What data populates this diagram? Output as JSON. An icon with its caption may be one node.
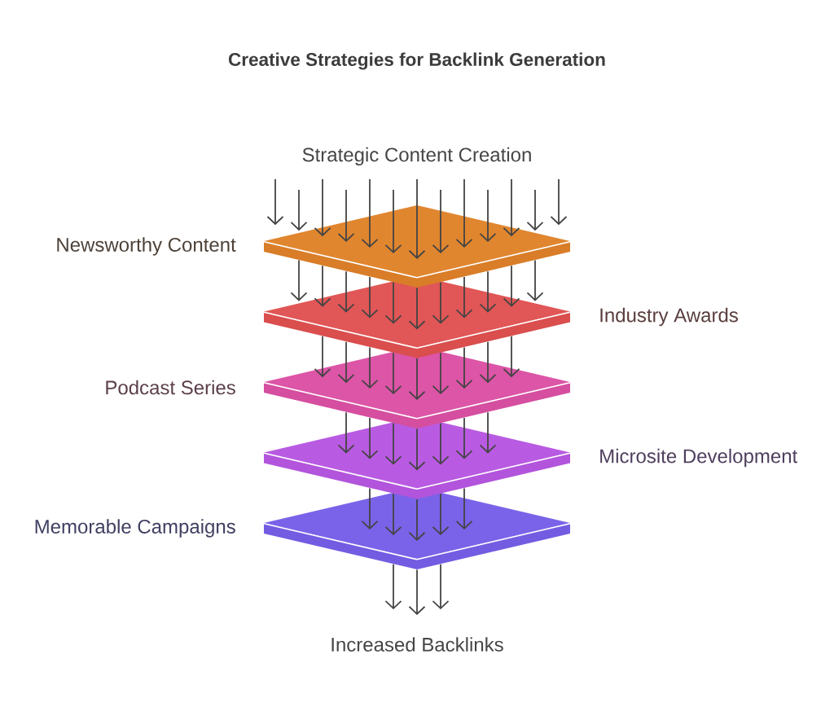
{
  "diagram": {
    "title": "Creative Strategies for Backlink Generation",
    "nodes": [
      {
        "text": [
          "Strategic Content Creation"
        ]
      },
      {
        "text": [
          "Newsworthy Content"
        ]
      },
      {
        "text": [
          "Industry Awards"
        ]
      },
      {
        "text": [
          "Podcast Series"
        ]
      },
      {
        "text": [
          "Microsite Development"
        ]
      },
      {
        "text": [
          "Memorable Campaigns"
        ]
      },
      {
        "text": [
          "Increased Backlinks"
        ]
      }
    ],
    "edges": [
      {
        "from": 0,
        "to": 1,
        "arrow": "to"
      },
      {
        "from": 0,
        "to": 1,
        "arrow": "to"
      },
      {
        "from": 0,
        "to": 1,
        "arrow": "to"
      },
      {
        "from": 0,
        "to": 1,
        "arrow": "to"
      },
      {
        "from": 0,
        "to": 1,
        "arrow": "to"
      },
      {
        "from": 0,
        "to": 1,
        "arrow": "to"
      },
      {
        "from": 0,
        "to": 1,
        "arrow": "to"
      },
      {
        "from": 0,
        "to": 1,
        "arrow": "to"
      },
      {
        "from": 0,
        "to": 1,
        "arrow": "to"
      },
      {
        "from": 0,
        "to": 1,
        "arrow": "to"
      },
      {
        "from": 0,
        "to": 1,
        "arrow": "to"
      },
      {
        "from": 0,
        "to": 1,
        "arrow": "to"
      },
      {
        "from": 0,
        "to": 1,
        "arrow": "to"
      },
      {
        "from": 1,
        "to": 2,
        "arrow": "to"
      },
      {
        "from": 1,
        "to": 2,
        "arrow": "to"
      },
      {
        "from": 1,
        "to": 2,
        "arrow": "to"
      },
      {
        "from": 1,
        "to": 2,
        "arrow": "to"
      },
      {
        "from": 1,
        "to": 2,
        "arrow": "to"
      },
      {
        "from": 1,
        "to": 2,
        "arrow": "to"
      },
      {
        "from": 1,
        "to": 2,
        "arrow": "to"
      },
      {
        "from": 1,
        "to": 2,
        "arrow": "to"
      },
      {
        "from": 1,
        "to": 2,
        "arrow": "to"
      },
      {
        "from": 1,
        "to": 2,
        "arrow": "to"
      },
      {
        "from": 1,
        "to": 2,
        "arrow": "to"
      },
      {
        "from": 2,
        "to": 3,
        "arrow": "to"
      },
      {
        "from": 2,
        "to": 3,
        "arrow": "to"
      },
      {
        "from": 2,
        "to": 3,
        "arrow": "to"
      },
      {
        "from": 2,
        "to": 3,
        "arrow": "to"
      },
      {
        "from": 2,
        "to": 3,
        "arrow": "to"
      },
      {
        "from": 2,
        "to": 3,
        "arrow": "to"
      },
      {
        "from": 2,
        "to": 3,
        "arrow": "to"
      },
      {
        "from": 2,
        "to": 3,
        "arrow": "to"
      },
      {
        "from": 2,
        "to": 3,
        "arrow": "to"
      },
      {
        "from": 3,
        "to": 4,
        "arrow": "to"
      },
      {
        "from": 3,
        "to": 4,
        "arrow": "to"
      },
      {
        "from": 3,
        "to": 4,
        "arrow": "to"
      },
      {
        "from": 3,
        "to": 4,
        "arrow": "to"
      },
      {
        "from": 3,
        "to": 4,
        "arrow": "to"
      },
      {
        "from": 3,
        "to": 4,
        "arrow": "to"
      },
      {
        "from": 3,
        "to": 4,
        "arrow": "to"
      },
      {
        "from": 4,
        "to": 5,
        "arrow": "to"
      },
      {
        "from": 4,
        "to": 5,
        "arrow": "to"
      },
      {
        "from": 4,
        "to": 5,
        "arrow": "to"
      },
      {
        "from": 4,
        "to": 5,
        "arrow": "to"
      },
      {
        "from": 4,
        "to": 5,
        "arrow": "to"
      },
      {
        "from": 5,
        "to": 6,
        "arrow": "to"
      },
      {
        "from": 5,
        "to": 6,
        "arrow": "to"
      },
      {
        "from": 5,
        "to": 6,
        "arrow": "to"
      }
    ]
  }
}
